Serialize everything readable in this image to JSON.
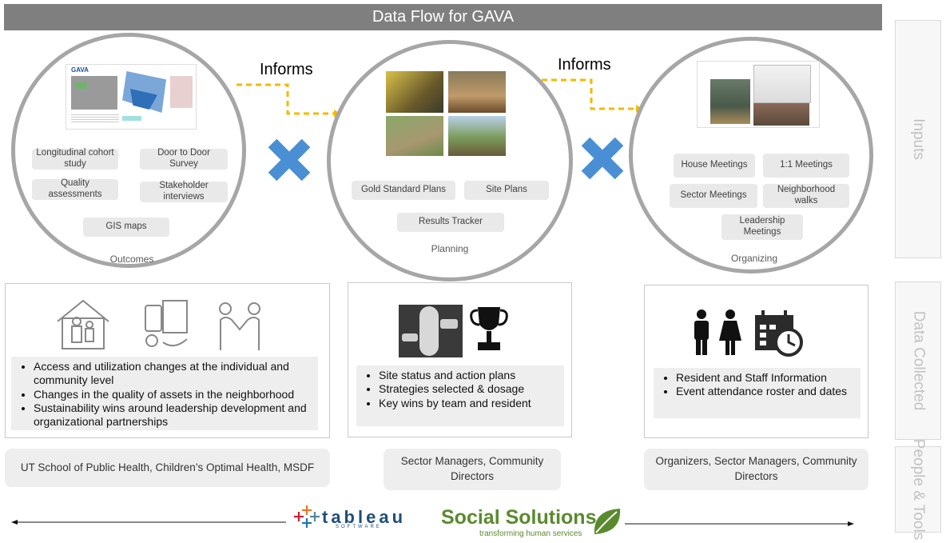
{
  "title": "Data Flow for GAVA",
  "arrows": {
    "left": "Informs",
    "right": "Informs"
  },
  "circles": {
    "outcomes": {
      "label": "Outcomes",
      "map_logo": "GAVA",
      "items": [
        "Longitudinal cohort study",
        "Door to Door Survey",
        "Quality assessments",
        "Stakeholder interviews",
        "GIS maps"
      ]
    },
    "planning": {
      "label": "Planning",
      "items": [
        "Gold Standard Plans",
        "Site Plans",
        "Results Tracker"
      ]
    },
    "organizing": {
      "label": "Organizing",
      "items": [
        "House Meetings",
        "1:1 Meetings",
        "Sector Meetings",
        "Neighborhood walks",
        "Leadership Meetings"
      ]
    }
  },
  "side_labels": {
    "inputs": "Inputs",
    "data_collected": "Data Collected",
    "people_tools": "People & Tools"
  },
  "data_collected": {
    "left": [
      "Access and utilization changes at the individual and community level",
      "Changes in the quality of assets in the neighborhood",
      "Sustainability wins around leadership development and organizational partnerships"
    ],
    "middle": [
      "Site status and action plans",
      "Strategies selected & dosage",
      "Key wins by team and resident"
    ],
    "right": [
      "Resident and Staff Information",
      "Event attendance roster and dates"
    ]
  },
  "people": {
    "left": "UT School of Public Health, Children’s Optimal Health, MSDF",
    "middle": "Sector Managers, Community Directors",
    "right": "Organizers, Sector Managers, Community Directors"
  },
  "tools": {
    "tableau": "tableau",
    "tableau_sub": "SOFTWARE",
    "social_solutions": "Social Solutions",
    "social_solutions_sub": "transforming human services"
  },
  "colors": {
    "accent_blue": "#4a8fd4",
    "arrow_gold": "#f5b800",
    "circle_border": "#a6a6a6",
    "title_bar": "#7f7f7f",
    "social_green": "#5a8a2e"
  },
  "icons": [
    "x-mark-icon",
    "family-house-icon",
    "grocery-icon",
    "handshake-icon",
    "toggle-icon",
    "trophy-icon",
    "people-icon",
    "calendar-clock-icon",
    "leaf-icon",
    "tableau-plus-icon"
  ]
}
